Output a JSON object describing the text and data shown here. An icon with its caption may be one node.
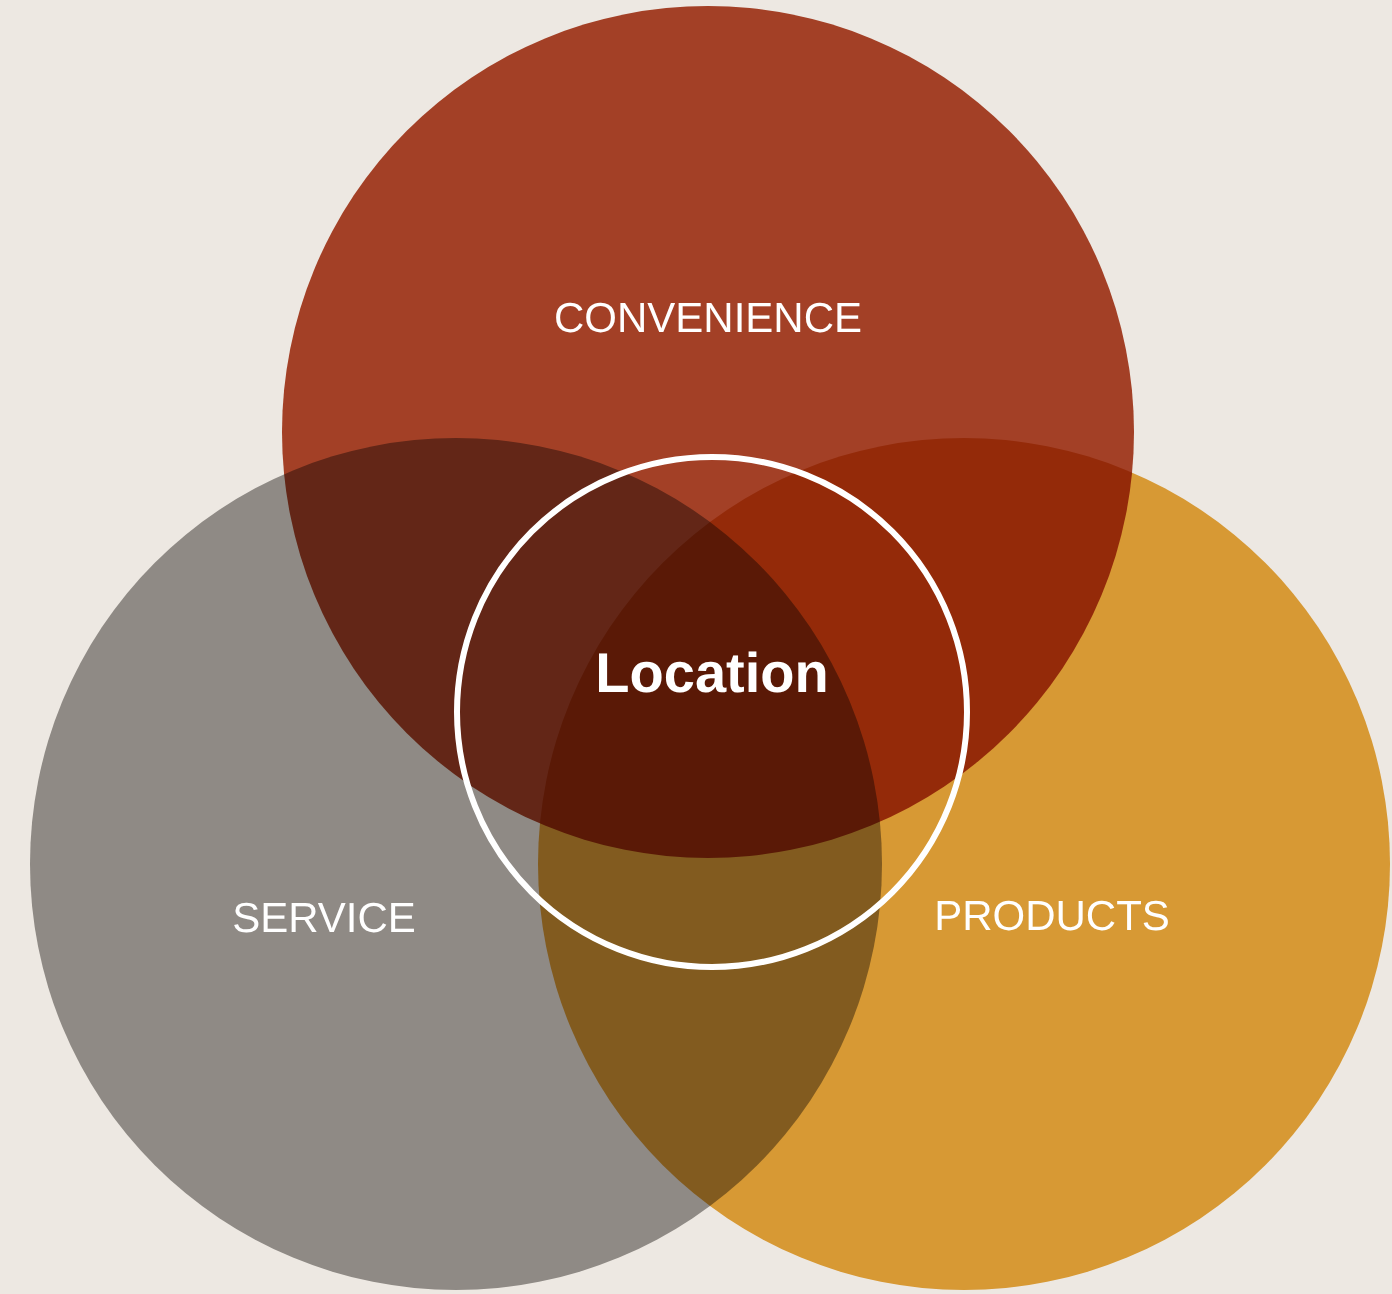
{
  "diagram": {
    "nodes": [
      {
        "text": [
          "CONVENIENCE"
        ]
      },
      {
        "text": [
          "SERVICE"
        ]
      },
      {
        "text": [
          "PRODUCTS"
        ]
      },
      {
        "text": [
          "Location"
        ]
      }
    ]
  }
}
